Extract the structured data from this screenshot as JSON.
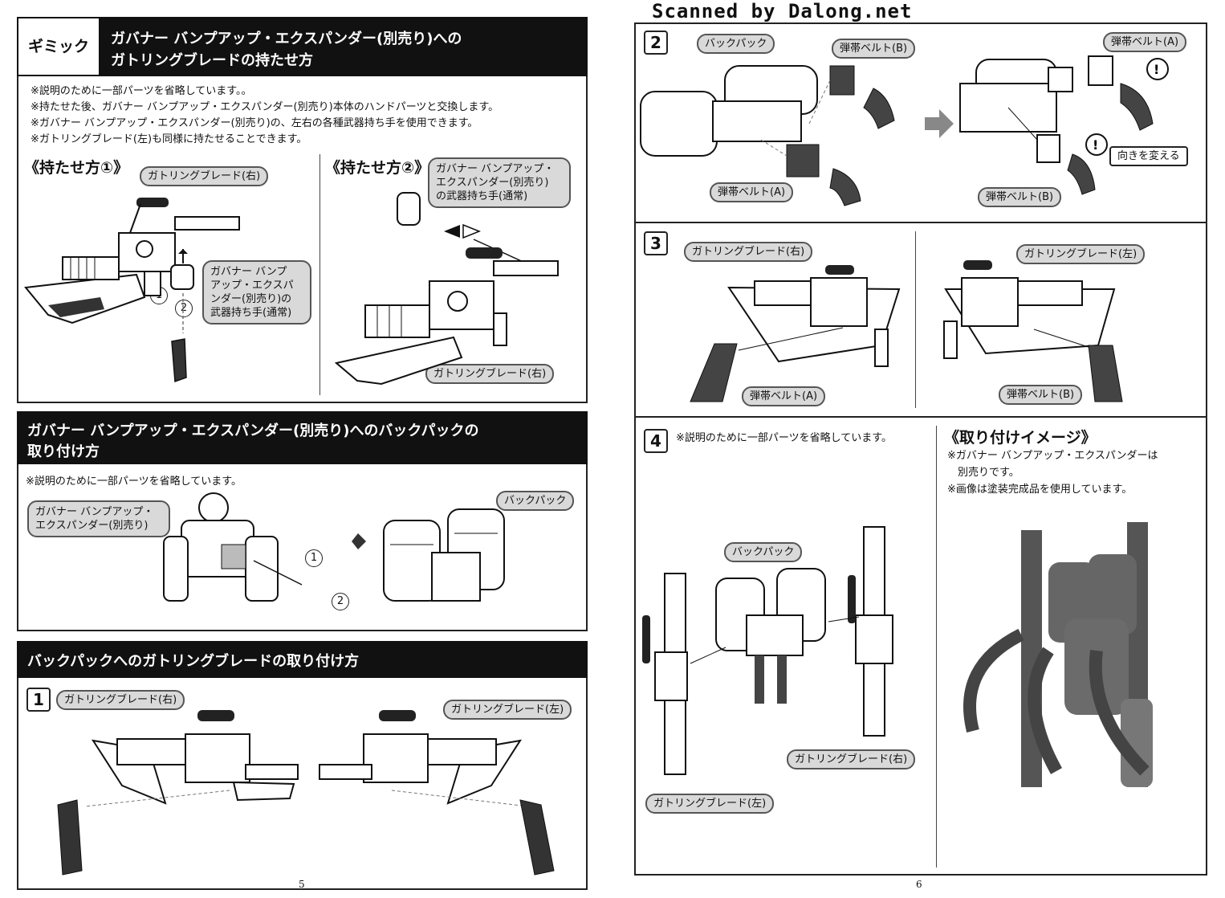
{
  "watermark": "Scanned by Dalong.net",
  "page_left": {
    "gimmick": {
      "tag": "ギミック",
      "title_line1": "ガバナー バンプアップ・エクスパンダー(別売り)への",
      "title_line2": "ガトリングブレードの持たせ方",
      "notes": [
        "※説明のために一部パーツを省略しています。。",
        "※持たせた後、ガバナー バンプアップ・エクスパンダー(別売り)本体のハンドパーツと交換します。",
        "※ガバナー バンプアップ・エクスパンダー(別売り)の、左右の各種武器持ち手を使用できます。",
        "※ガトリングブレード(左)も同様に持たせることできます。"
      ],
      "method1": {
        "heading": "《持たせ方①》",
        "label_blade": "ガトリングブレード(右)",
        "label_hand_lines": [
          "ガバナー バンプ",
          "アップ・エクスパ",
          "ンダー(別売り)の",
          "武器持ち手(通常)"
        ],
        "step1": "1",
        "step2": "2"
      },
      "method2": {
        "heading": "《持たせ方②》",
        "label_hand_lines": [
          "ガバナー バンプアップ・",
          "エクスパンダー(別売り)",
          "の武器持ち手(通常)"
        ],
        "label_blade": "ガトリングブレード(右)"
      }
    },
    "backpack_attach": {
      "title_line1": "ガバナー バンプアップ・エクスパンダー(別売り)へのバックパックの",
      "title_line2": "取り付け方",
      "note": "※説明のために一部パーツを省略しています。",
      "label_figure_lines": [
        "ガバナー バンプアップ・",
        "エクスパンダー(別売り)"
      ],
      "label_backpack": "バックパック",
      "step1": "1",
      "step2": "2"
    },
    "blade_to_backpack": {
      "title": "バックパックへのガトリングブレードの取り付け方",
      "step_num": "1",
      "label_right": "ガトリングブレード(右)",
      "label_left": "ガトリングブレード(左)"
    },
    "page_number": "5"
  },
  "page_right": {
    "step2": {
      "num": "2",
      "label_backpack": "バックパック",
      "label_belt_b": "弾帯ベルト(B)",
      "label_belt_a": "弾帯ベルト(A)",
      "label_belt_a2": "弾帯ベルト(A)",
      "label_belt_b2": "弾帯ベルト(B)",
      "label_turn": "向きを変える"
    },
    "step3": {
      "num": "3",
      "label_blade_right": "ガトリングブレード(右)",
      "label_blade_left": "ガトリングブレード(左)",
      "label_belt_a": "弾帯ベルト(A)",
      "label_belt_b": "弾帯ベルト(B)"
    },
    "step4": {
      "num": "4",
      "note": "※説明のために一部パーツを省略しています。",
      "label_backpack": "バックパック",
      "label_blade_right": "ガトリングブレード(右)",
      "label_blade_left": "ガトリングブレード(左)"
    },
    "image_section": {
      "heading": "《取り付けイメージ》",
      "notes": [
        "※ガバナー バンプアップ・エクスパンダーは",
        "別売りです。",
        "※画像は塗装完成品を使用しています。"
      ]
    },
    "page_number": "6"
  }
}
